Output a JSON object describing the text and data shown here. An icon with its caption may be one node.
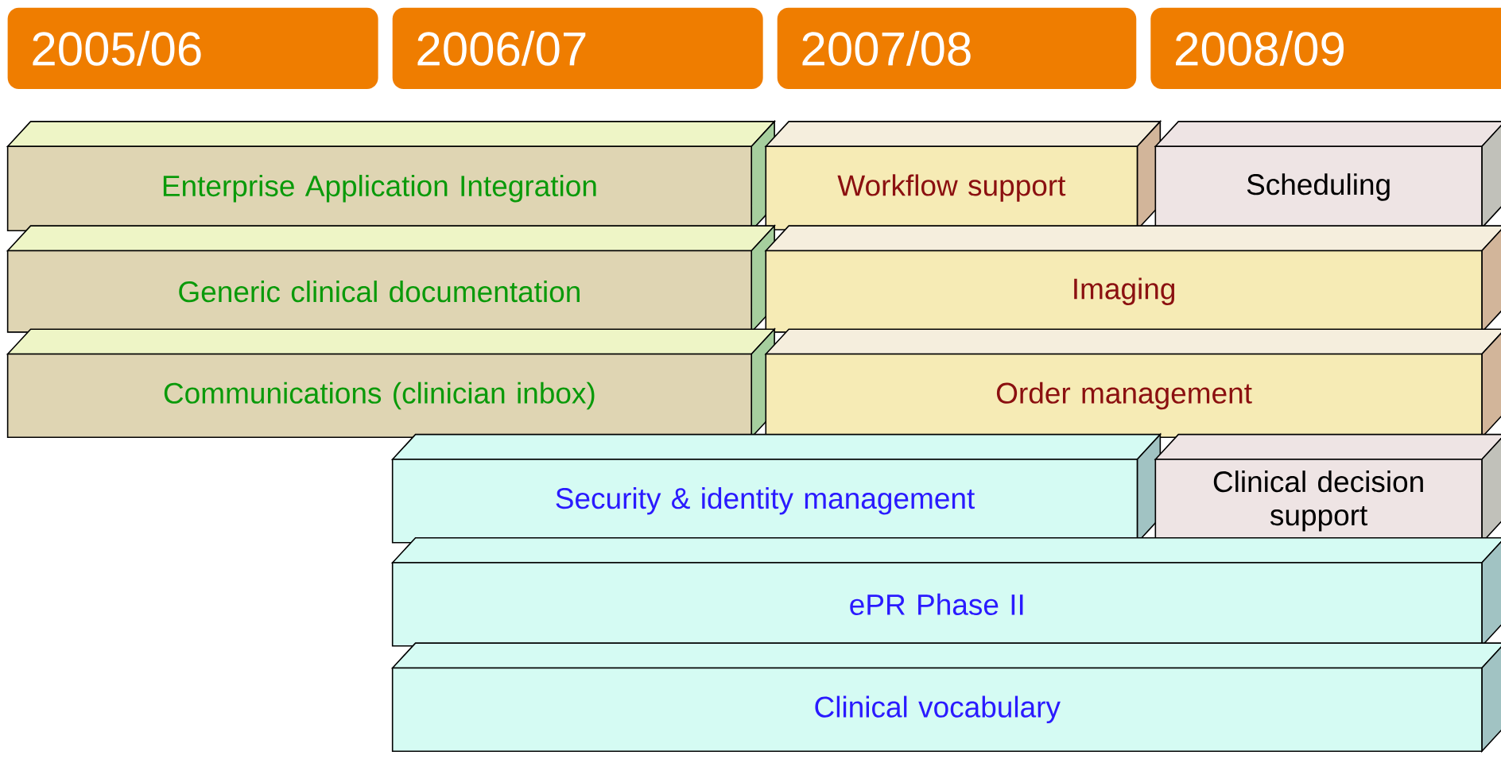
{
  "diagram": {
    "nodes": [
      {
        "text": [
          "2005/06"
        ]
      },
      {
        "text": [
          "2006/07"
        ]
      },
      {
        "text": [
          "2007/08"
        ]
      },
      {
        "text": [
          "2008/09"
        ]
      },
      {
        "text": [
          "Enterprise Application Integration"
        ]
      },
      {
        "text": [
          "Workflow support"
        ]
      },
      {
        "text": [
          "Scheduling"
        ]
      },
      {
        "text": [
          "Generic clinical documentation"
        ]
      },
      {
        "text": [
          "Imaging"
        ]
      },
      {
        "text": [
          "Communications (clinician inbox)"
        ]
      },
      {
        "text": [
          "Order management"
        ]
      },
      {
        "text": [
          "Security & identity management"
        ]
      },
      {
        "text": [
          "Clinical decision support"
        ]
      },
      {
        "text": [
          "ePR Phase II"
        ]
      },
      {
        "text": [
          "Clinical vocabulary"
        ]
      }
    ]
  }
}
